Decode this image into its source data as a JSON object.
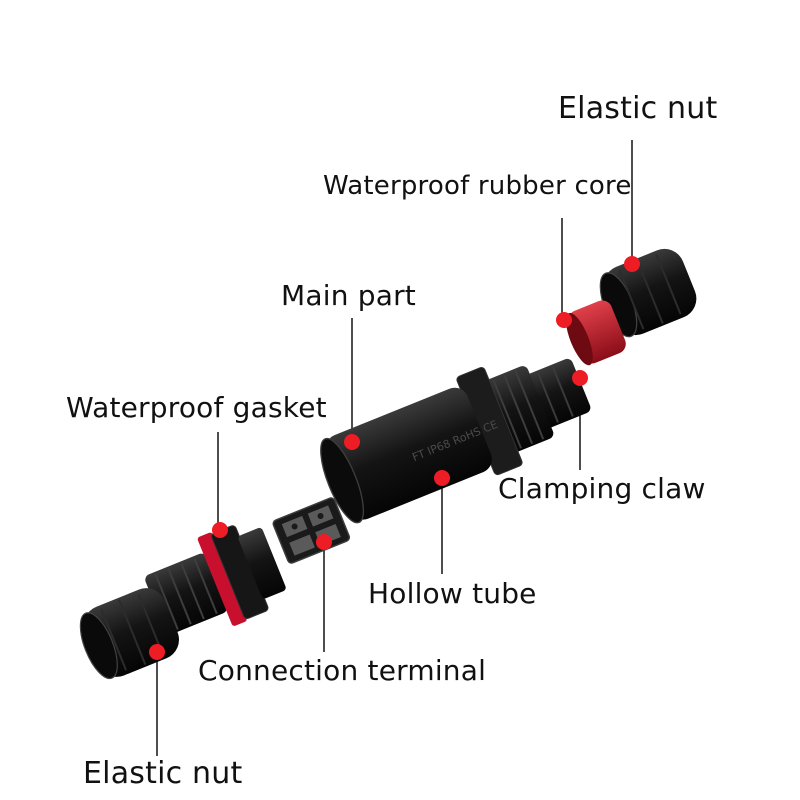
{
  "accent_color": "#ee1c24",
  "part_color": "#111111",
  "gasket_color": "#c8102e",
  "labels": {
    "elastic_nut_top": "Elastic nut",
    "waterproof_rubber_core": "Waterproof rubber core",
    "main_part": "Main part",
    "waterproof_gasket": "Waterproof gasket",
    "clamping_claw": "Clamping claw",
    "hollow_tube": "Hollow tube",
    "connection_terminal": "Connection terminal",
    "elastic_nut_bottom": "Elastic nut"
  },
  "markings": {
    "tube_print": "FT IP68 RoHS CE"
  }
}
